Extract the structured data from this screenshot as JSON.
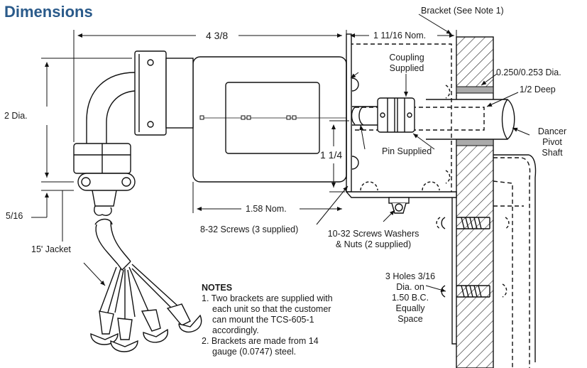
{
  "title": "Dimensions",
  "labels": {
    "bracket": "Bracket (See Note 1)",
    "width": "4 3/8",
    "nom1": "1 11/16 Nom.",
    "coupling_line1": "Coupling",
    "coupling_line2": "Supplied",
    "dia": "0.250/0.253 Dia.",
    "deep": "1/2 Deep",
    "diameter": "2 Dia.",
    "dancer1": "Dancer",
    "dancer2": "Pivot",
    "dancer3": "Shaft",
    "pin": "Pin Supplied",
    "quarter": "1 1/4",
    "five16": "5/16",
    "nom2": "1.58 Nom.",
    "screws832": "8-32 Screws (3 supplied)",
    "screws1032_1": "10-32 Screws Washers",
    "screws1032_2": "& Nuts (2 supplied)",
    "jacket": "15' Jacket",
    "holes1": "3 Holes 3/16",
    "holes2": "Dia. on",
    "holes3": "1.50 B.C.",
    "holes4": "Equally",
    "holes5": "Space"
  },
  "notes": {
    "heading": "NOTES",
    "n1_l1": "1. Two brackets are supplied with",
    "n1_l2": "each unit so that the customer",
    "n1_l3": "can mount the TCS-605-1",
    "n1_l4": "accordingly.",
    "n2_l1": "2. Brackets are made from 14",
    "n2_l2": "gauge (0.0747) steel."
  },
  "colors": {
    "title": "#2a5a8a",
    "ink": "#1a1a1a"
  }
}
